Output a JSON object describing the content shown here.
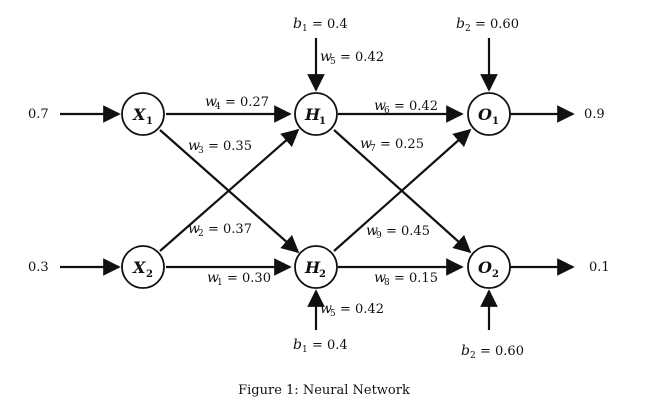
{
  "nodes": [
    {
      "id": "X1",
      "letter": "X",
      "sub": "1"
    },
    {
      "id": "X2",
      "letter": "X",
      "sub": "2"
    },
    {
      "id": "H1",
      "letter": "H",
      "sub": "1"
    },
    {
      "id": "H2",
      "letter": "H",
      "sub": "2"
    },
    {
      "id": "O1",
      "letter": "O",
      "sub": "1"
    },
    {
      "id": "O2",
      "letter": "O",
      "sub": "2"
    }
  ],
  "inputs": {
    "x1": "0.7",
    "x2": "0.3"
  },
  "outputs": {
    "o1": "0.9",
    "o2": "0.1"
  },
  "weights": [
    {
      "id": "w4",
      "letter": "w",
      "sub": "4",
      "value": "= 0.27"
    },
    {
      "id": "w3",
      "letter": "w",
      "sub": "3",
      "value": "= 0.35"
    },
    {
      "id": "w2",
      "letter": "w",
      "sub": "2",
      "value": "= 0.37"
    },
    {
      "id": "w1",
      "letter": "w",
      "sub": "1",
      "value": "= 0.30"
    },
    {
      "id": "w6",
      "letter": "w",
      "sub": "6",
      "value": "= 0.42"
    },
    {
      "id": "w7",
      "letter": "w",
      "sub": "7",
      "value": "= 0.25"
    },
    {
      "id": "w9",
      "letter": "w",
      "sub": "9",
      "value": "= 0.45"
    },
    {
      "id": "w8",
      "letter": "w",
      "sub": "8",
      "value": "= 0.15"
    },
    {
      "id": "w5_top",
      "letter": "w",
      "sub": "5",
      "value": "= 0.42"
    },
    {
      "id": "w5_bottom",
      "letter": "w",
      "sub": "5",
      "value": "= 0.42"
    }
  ],
  "biases": [
    {
      "id": "b1_top",
      "letter": "b",
      "sub": "1",
      "value": "= 0.4"
    },
    {
      "id": "b2_top",
      "letter": "b",
      "sub": "2",
      "value": "= 0.60"
    },
    {
      "id": "b1_bottom",
      "letter": "b",
      "sub": "1",
      "value": "= 0.4"
    },
    {
      "id": "b2_bottom",
      "letter": "b",
      "sub": "2",
      "value": "= 0.60"
    }
  ],
  "caption": "Figure 1: Neural Network"
}
